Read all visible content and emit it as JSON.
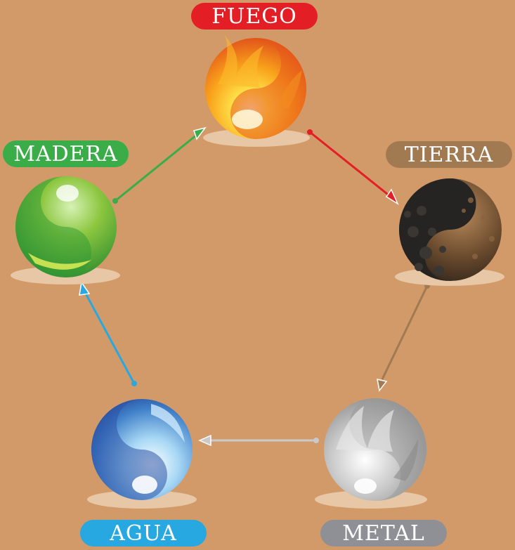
{
  "elements": {
    "fuego": {
      "label": "FUEGO",
      "color": "#e31e24"
    },
    "tierra": {
      "label": "TIERRA",
      "color": "#a27a52"
    },
    "metal": {
      "label": "METAL",
      "color": "#8e9095"
    },
    "agua": {
      "label": "AGUA",
      "color": "#27a8e0"
    },
    "madera": {
      "label": "MADERA",
      "color": "#3aad48"
    }
  },
  "colors": {
    "background": "#d29a68",
    "shadow": "#e7c7a5",
    "arrow_fuego_tierra": "#e31e24",
    "arrow_tierra_metal": "#a27a52",
    "arrow_metal_agua": "#c9c9cb",
    "arrow_agua_madera": "#27a8e0",
    "arrow_madera_fuego": "#3aad48"
  }
}
